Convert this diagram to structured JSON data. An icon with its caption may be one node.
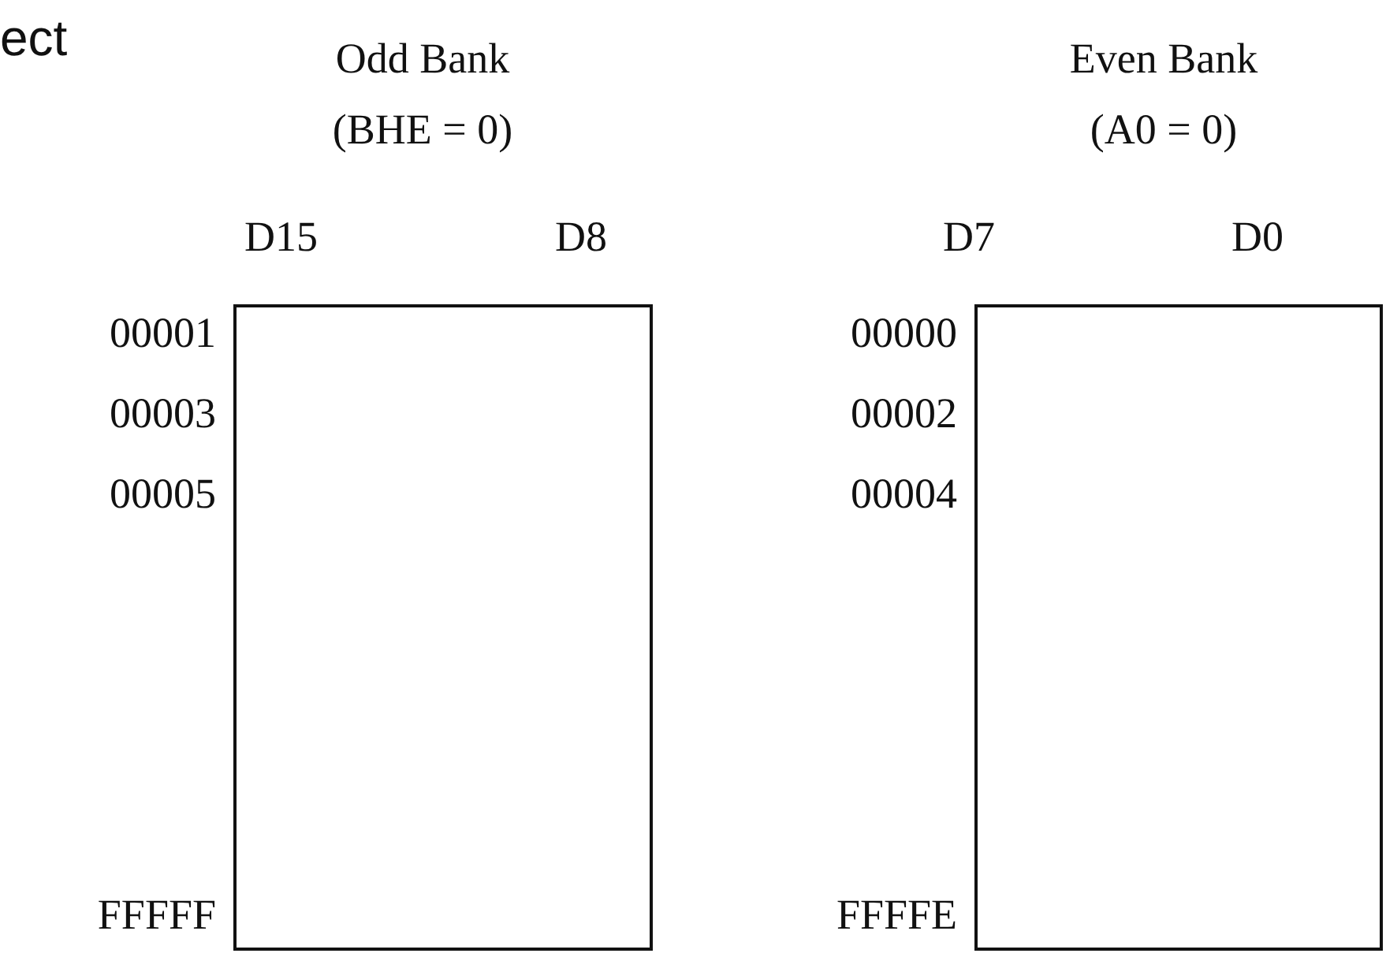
{
  "diagram": {
    "nodes": [
      {
        "text": [],
        "shape": "box",
        "beside": [
          "00001",
          "00003",
          "00005",
          "FFFFF"
        ]
      },
      {
        "text": [],
        "shape": "box",
        "beside": [
          "00000",
          "00002",
          "00004",
          "FFFFE"
        ]
      }
    ],
    "labels": [
      "ect",
      "Odd Bank (BHE = 0)",
      "Even Bank (A0 = 0)",
      "D15",
      "D8",
      "D7",
      "D0"
    ]
  }
}
